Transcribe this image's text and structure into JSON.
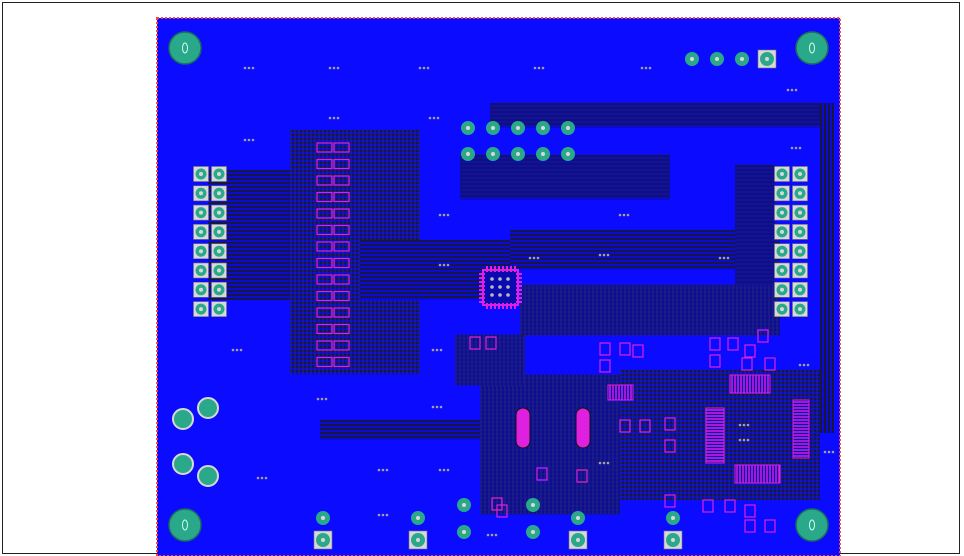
{
  "viewer": {
    "title": ""
  },
  "board": {
    "substrate_color": "#0b0bff",
    "outline_color": "#ff4444",
    "trace_color": "#1a1a1a",
    "silk_color": "#d8d8d8",
    "via_color": "#a0a0a0",
    "pad_color": "#2aa98a",
    "accent_pad_color": "#e020e0",
    "background_color": "#ffffff"
  },
  "components": {
    "mounting_holes": 4,
    "header_left_pins": 8,
    "header_right_pins": 8,
    "header_top_center_pins": 5,
    "header_top_right_pins": 4,
    "bottom_connectors": 5,
    "qfn_packages": 1,
    "crystals": 2,
    "power_pads": 4
  }
}
